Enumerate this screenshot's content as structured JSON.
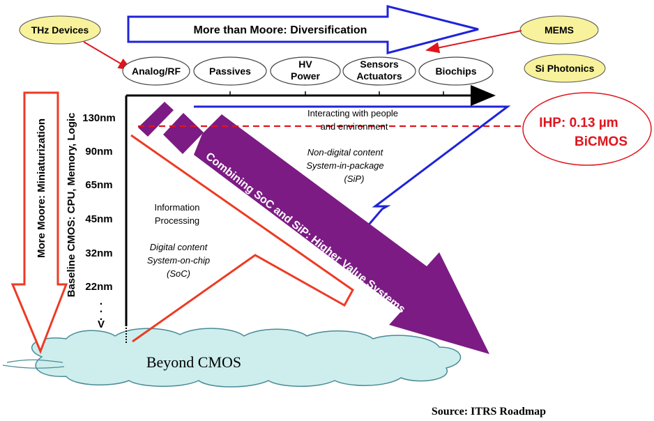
{
  "top_arrow": {
    "label": "More than Moore:  Diversification",
    "fill": "#ffffff",
    "stroke": "#1f23d8"
  },
  "bubbles": {
    "thz": "THz Devices",
    "mems": "MEMS",
    "si_photonics": "Si Photonics",
    "fill": "#f7f29b"
  },
  "categories": [
    {
      "id": "analog-rf",
      "lines": [
        "Analog/RF"
      ]
    },
    {
      "id": "passives",
      "lines": [
        "Passives"
      ]
    },
    {
      "id": "hv-power",
      "lines": [
        "HV",
        "Power"
      ]
    },
    {
      "id": "sensors-actuators",
      "lines": [
        "Sensors",
        "Actuators"
      ]
    },
    {
      "id": "biochips",
      "lines": [
        "Biochips"
      ]
    }
  ],
  "left_arrow_label": "More Moore:  Miniaturization",
  "y_axis_label": "Baseline CMOS:  CPU, Memory, Logic",
  "nodes": [
    "130nm",
    "90nm",
    "65nm",
    "45nm",
    "32nm",
    "22nm",
    ".",
    ".",
    ".",
    "V"
  ],
  "ihp": {
    "line1": "IHP: 0.13 µm",
    "line2": "BiCMOS",
    "color": "#e0141c"
  },
  "blue_region": {
    "heading_line1": "Interacting with people",
    "heading_line2": "and environment",
    "content_line1": "Non-digital content",
    "content_line2": "System-in-package",
    "content_line3": "(SiP)",
    "color": "#1f23d8"
  },
  "red_region": {
    "heading_line1": "Information",
    "heading_line2": "Processing",
    "content_line1": "Digital content",
    "content_line2": "System-on-chip",
    "content_line3": "(SoC)",
    "color": "#ee3a23"
  },
  "purple_arrow": {
    "label": "Combining SoC and SiP:  Higher Value Systems",
    "color": "#7c1b84"
  },
  "cloud_label": "Beyond CMOS",
  "cloud_fill": "#cdeeed",
  "source": "Source: ITRS Roadmap"
}
